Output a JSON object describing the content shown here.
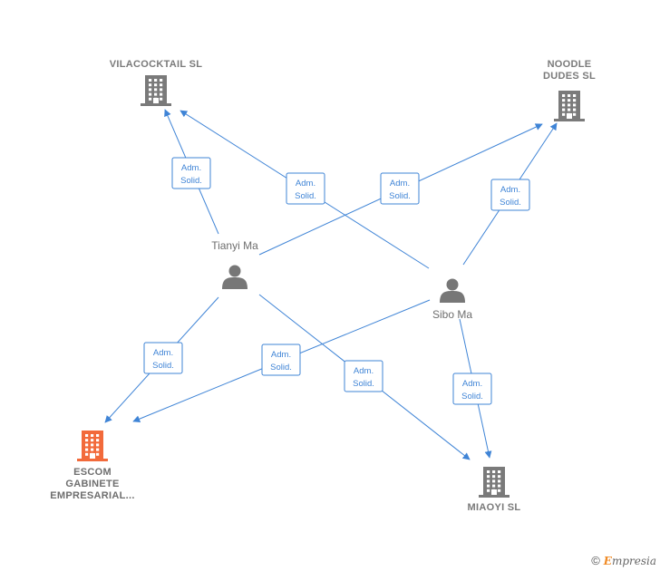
{
  "colors": {
    "edge": "#3f84d6",
    "company_icon": "#7a7a7a",
    "focus_company_icon": "#f26a3b",
    "person_icon": "#777777",
    "brand_accent": "#f08a24"
  },
  "companies": [
    {
      "id": "vilacocktail",
      "lines": [
        "VILACOCKTAIL SL"
      ],
      "focus": false
    },
    {
      "id": "noodle",
      "lines": [
        "NOODLE",
        "DUDES  SL"
      ],
      "focus": false
    },
    {
      "id": "escom",
      "lines": [
        "ESCOM",
        "GABINETE",
        "EMPRESARIAL..."
      ],
      "focus": true
    },
    {
      "id": "miaoyi",
      "lines": [
        "MIAOYI  SL"
      ],
      "focus": false
    }
  ],
  "persons": [
    {
      "id": "tianyi",
      "name": "Tianyi Ma"
    },
    {
      "id": "sibo",
      "name": "Sibo Ma"
    }
  ],
  "edge_label": [
    "Adm.",
    "Solid."
  ],
  "edges": [
    {
      "from": "tianyi",
      "to": "vilacocktail"
    },
    {
      "from": "tianyi",
      "to": "noodle"
    },
    {
      "from": "tianyi",
      "to": "escom"
    },
    {
      "from": "tianyi",
      "to": "miaoyi"
    },
    {
      "from": "sibo",
      "to": "vilacocktail"
    },
    {
      "from": "sibo",
      "to": "noodle"
    },
    {
      "from": "sibo",
      "to": "escom"
    },
    {
      "from": "sibo",
      "to": "miaoyi"
    }
  ],
  "footer": {
    "copyright": "©",
    "brand_initial": "E",
    "brand_rest": "mpresia"
  }
}
